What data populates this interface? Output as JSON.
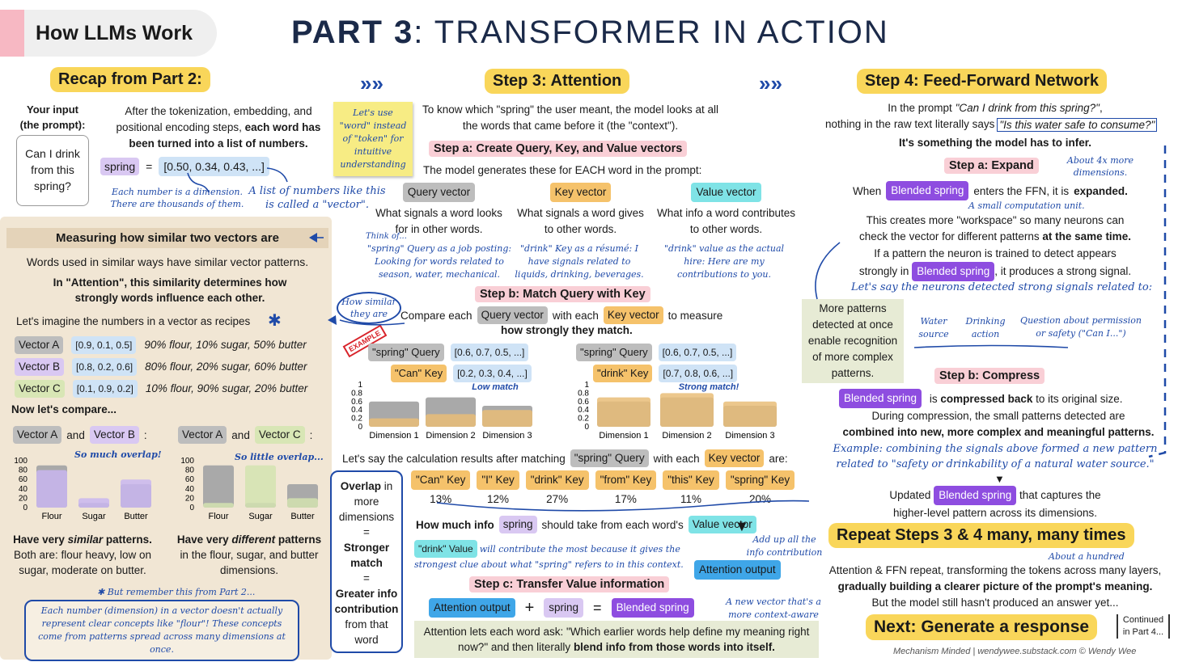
{
  "brand": {
    "label": "How LLMs Work"
  },
  "title": {
    "part": "PART 3",
    "rest": ": TRANSFORMER IN ACTION"
  },
  "recap": {
    "heading": "Recap from Part 2:",
    "input_label": "Your input\n(the prompt):",
    "prompt": "Can I drink from this spring?",
    "text_a": "After the tokenization, embedding, and positional encoding steps, ",
    "text_b": "each word has been turned into a list of numbers.",
    "word": "spring",
    "eq": "=",
    "vector": "[0.50,  0.34, 0.43, ...]",
    "note1": "Each number is a dimension. There are thousands of them.",
    "note2": "A list of numbers like this is called a \"vector\".",
    "sticky": "Let's use \"word\" instead of \"token\" for intuitive understanding"
  },
  "similar": {
    "heading": "Measuring how similar two vectors are",
    "l1": "Words used in similar ways have similar vector patterns.",
    "l2": "In \"Attention\", this similarity determines how strongly words influence each other.",
    "l3": "Let's imagine the numbers in a vector as recipes",
    "rows": [
      {
        "name": "Vector A",
        "vals": "[0.9, 0.1, 0.5]",
        "desc": "90% flour, 10% sugar, 50% butter"
      },
      {
        "name": "Vector B",
        "vals": "[0.8, 0.2, 0.6]",
        "desc": "80% flour, 20% sugar, 60% butter"
      },
      {
        "name": "Vector C",
        "vals": "[0.1, 0.9, 0.2]",
        "desc": "10% flour, 90% sugar, 20% butter"
      }
    ],
    "compare": "Now let's compare...",
    "and": "and",
    "pair1": [
      "Vector A",
      "Vector B"
    ],
    "pair2": [
      "Vector A",
      "Vector C"
    ],
    "overlap1": "So much overlap!",
    "overlap2": "So little overlap...",
    "sum1a": "Have very ",
    "sum1b": "similar",
    "sum1c": " patterns.",
    "sum1d": "Both are: flour heavy, low on sugar, moderate on butter.",
    "sum2a": "Have very ",
    "sum2b": "different",
    "sum2c": " patterns",
    "sum2d": "in the flour, sugar, and butter dimensions.",
    "remember": "But remember this from Part 2...",
    "footnote": "Each number (dimension) in a vector doesn't actually represent clear concepts like \"flour\"! These concepts come from patterns spread across many dimensions at once."
  },
  "chart_data": [
    {
      "type": "bar",
      "title": "",
      "categories": [
        "Flour",
        "Sugar",
        "Butter"
      ],
      "ylim": [
        0,
        100
      ],
      "series": [
        {
          "name": "Vector A",
          "values": [
            90,
            10,
            50
          ]
        },
        {
          "name": "Vector B",
          "values": [
            80,
            20,
            60
          ]
        }
      ]
    },
    {
      "type": "bar",
      "title": "",
      "categories": [
        "Flour",
        "Sugar",
        "Butter"
      ],
      "ylim": [
        0,
        100
      ],
      "series": [
        {
          "name": "Vector A",
          "values": [
            90,
            10,
            50
          ]
        },
        {
          "name": "Vector C",
          "values": [
            10,
            90,
            20
          ]
        }
      ]
    },
    {
      "type": "bar",
      "title": "Low match",
      "categories": [
        "Dimension 1",
        "Dimension 2",
        "Dimension 3"
      ],
      "ylim": [
        0,
        1
      ],
      "series": [
        {
          "name": "\"spring\" Query",
          "values": [
            0.6,
            0.7,
            0.5
          ]
        },
        {
          "name": "\"Can\" Key",
          "values": [
            0.2,
            0.3,
            0.4
          ]
        }
      ]
    },
    {
      "type": "bar",
      "title": "Strong match!",
      "categories": [
        "Dimension 1",
        "Dimension 2",
        "Dimension 3"
      ],
      "ylim": [
        0,
        1
      ],
      "series": [
        {
          "name": "\"spring\" Query",
          "values": [
            0.6,
            0.7,
            0.5
          ]
        },
        {
          "name": "\"drink\" Key",
          "values": [
            0.7,
            0.8,
            0.6
          ]
        }
      ]
    }
  ],
  "attention": {
    "heading": "Step 3: Attention",
    "intro": "To know which \"spring\" the user meant, the model looks at all the words that came before it (the \"context\").",
    "stepa": "Step a: Create Query, Key, and Value vectors",
    "stepa_sub": "The model generates these for EACH word in the prompt:",
    "q": {
      "label": "Query vector",
      "desc": "What signals a word looks for in other words.",
      "note": "\"spring\" Query as a job posting: Looking for words related to season, water, mechanical."
    },
    "k": {
      "label": "Key vector",
      "desc": "What signals a word gives to other words.",
      "note": "\"drink\" Key as a résumé: I have signals related to liquids, drinking, beverages."
    },
    "v": {
      "label": "Value vector",
      "desc": "What info a word contributes to other words.",
      "note": "\"drink\" value as the actual hire: Here are my contributions to you."
    },
    "thinkof": "Think of...",
    "stepb": "Step b: Match Query with Key",
    "compare_a": "Compare each",
    "compare_b": "with each",
    "compare_c": "to measure",
    "compare_d": "how strongly they match.",
    "how_similar": "How similar they are",
    "example": "EXAMPLE",
    "sq": "\"spring\" Query",
    "sqv": "[0.6, 0.7, 0.5, ...]",
    "can": "\"Can\" Key",
    "canv": "[0.2, 0.3, 0.4, ...]",
    "drink": "\"drink\" Key",
    "drinkv": "[0.7, 0.8, 0.6, ...]",
    "low": "Low match",
    "strong": "Strong match!",
    "calc_a": "Let's say the calculation results after matching",
    "calc_b": "with each",
    "calc_c": "are:",
    "keys": [
      {
        "k": "\"Can\" Key",
        "p": "13%"
      },
      {
        "k": "\"I\" Key",
        "p": "12%"
      },
      {
        "k": "\"drink\" Key",
        "p": "27%"
      },
      {
        "k": "\"from\" Key",
        "p": "17%"
      },
      {
        "k": "\"this\" Key",
        "p": "11%"
      },
      {
        "k": "\"spring\" Key",
        "p": "20%"
      }
    ],
    "overlap_box": [
      "Overlap",
      "in more dimensions",
      "=",
      "Stronger match",
      "=",
      "Greater info contribution",
      "from that word"
    ],
    "howmuch_a": "How much info",
    "howmuch_b": "should take from each word's",
    "drink_value": "\"drink\" Value",
    "drink_note": "will contribute the most because it gives the strongest clue about what \"spring\" refers to in this context.",
    "addup": "Add up all the info contribution",
    "attn_out": "Attention output",
    "stepc": "Step c: Transfer Value information",
    "plus": "+",
    "new_vec": "A new vector that's a more context-aware \"spring\".",
    "blended": "Blended spring",
    "closing_a": "Attention lets each word ask: \"Which earlier words help define my meaning right now?\" and then literally ",
    "closing_b": "blend info from those words into itself."
  },
  "ffn": {
    "heading": "Step 4: Feed-Forward Network",
    "l1a": "In the prompt ",
    "l1b": "\"Can I drink from this spring?\"",
    "l1c": ",",
    "l2": "nothing in the raw text literally says",
    "safe": "\"Is this water safe to consume?\"",
    "l3": "It's something the model has to infer.",
    "stepa": "Step a: Expand",
    "x4": "About 4x more dimensions.",
    "when": "When",
    "enters": "enters the FFN, it is ",
    "expanded": "expanded.",
    "unit": "A small computation unit.",
    "ws1": "This creates more \"workspace\" so many neurons can",
    "ws2a": "check the vector for different patterns ",
    "ws2b": "at the same time.",
    "if1": "If a pattern the neuron is trained to detect appears",
    "if2a": "strongly in",
    "if2b": ", it produces a strong signal.",
    "say": "Let's say the neurons detected strong signals related to:",
    "s1": "Water source",
    "s2": "Drinking action",
    "s3": "Question about permission or safety (\"Can I...\")",
    "sticky": "More patterns detected at once enable recognition of more complex patterns.",
    "stepb": "Step b: Compress",
    "comp1a": "is ",
    "comp1b": "compressed back",
    "comp1c": " to its original size.",
    "comp2": "During compression, the small patterns detected are",
    "comp3": "combined into new, more complex and meaningful patterns.",
    "ex1": "Example: combining the signals above formed a new pattern",
    "ex2": "related to \"safety or drinkability of a natural water source.\"",
    "upd_a": "Updated",
    "upd_b": "that captures the",
    "upd_c": "higher-level pattern across its dimensions.",
    "repeat": "Repeat Steps 3 & 4 many, many times",
    "hundred": "About a hundred",
    "rep1": "Attention & FFN repeat, transforming the tokens across many layers,",
    "rep2": "gradually building a clearer picture of the prompt's meaning.",
    "rep3": "But the model still hasn't produced an answer yet...",
    "next": "Next: Generate a response",
    "cont": "Continued in Part 4..."
  },
  "footer": "Mechanism Minded | wendywee.substack.com © Wendy Wee"
}
